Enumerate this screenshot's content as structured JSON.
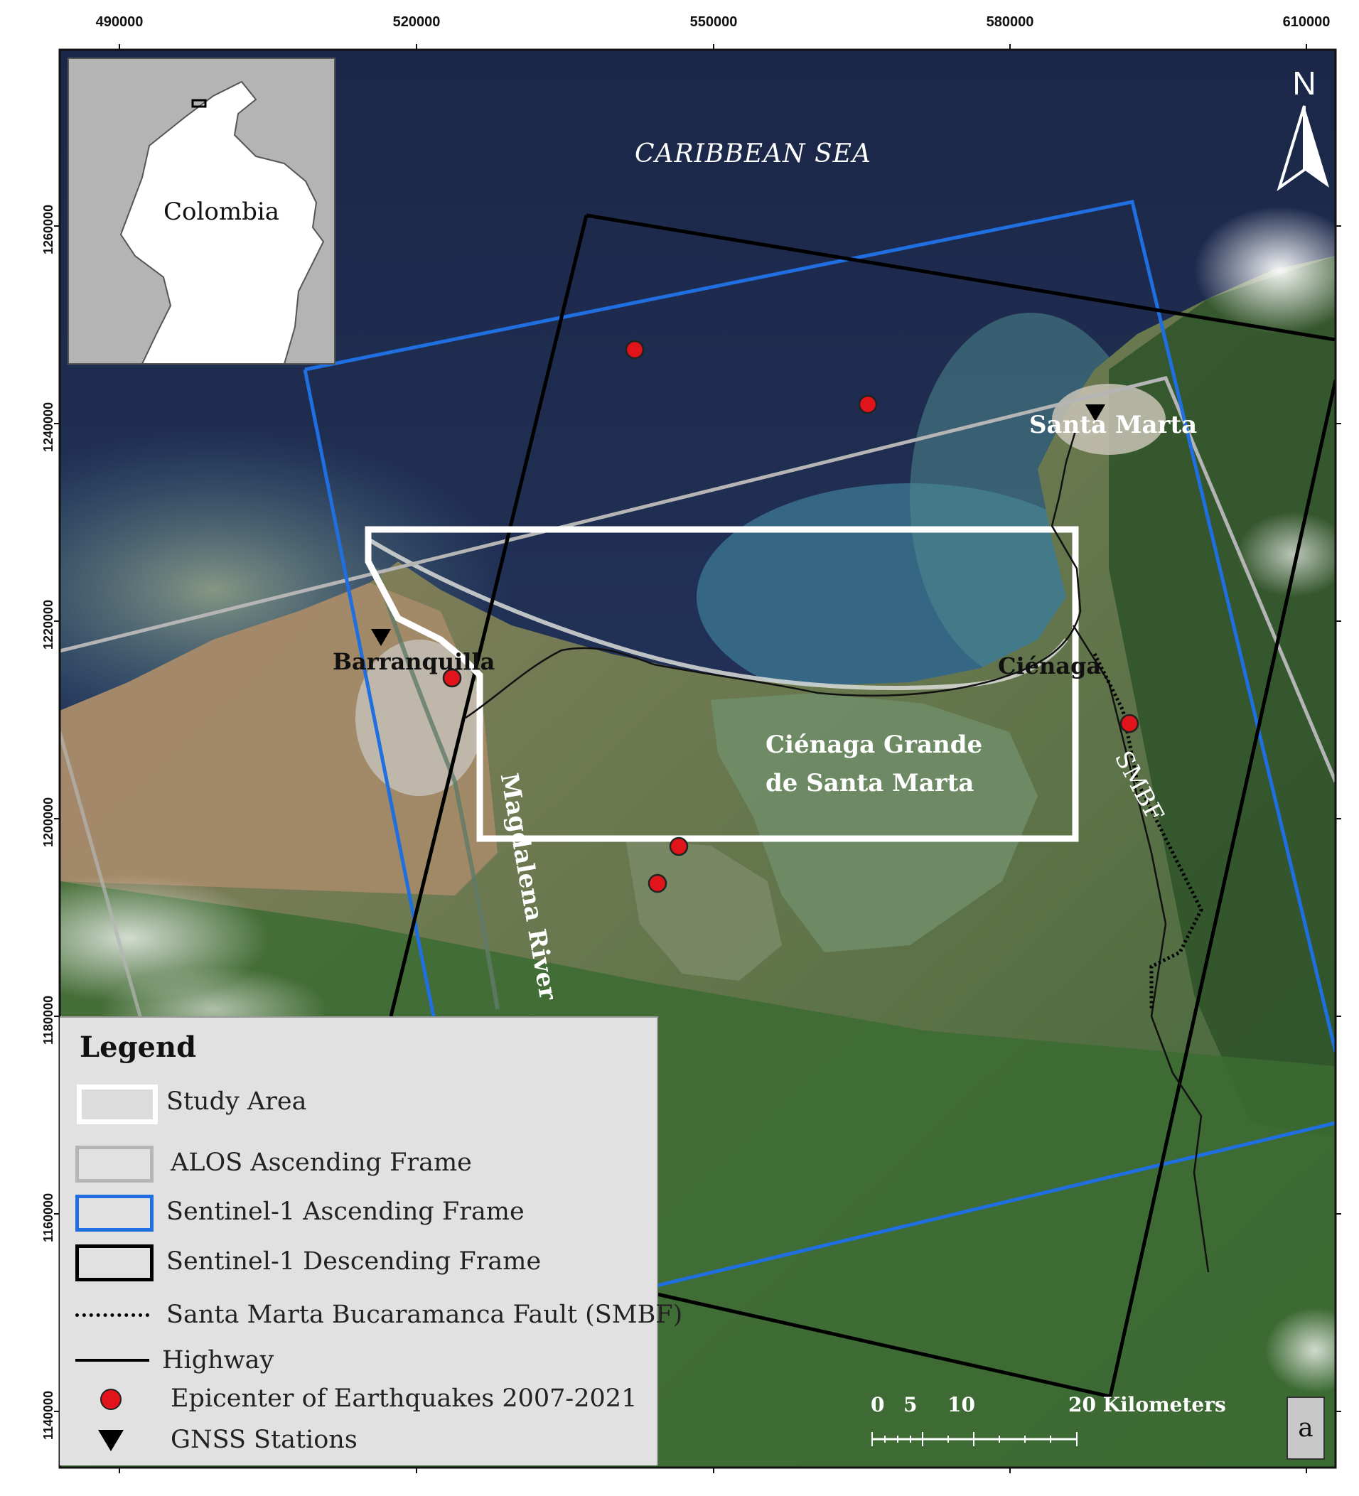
{
  "axes": {
    "x_ticks": [
      "490000",
      "520000",
      "550000",
      "580000",
      "610000"
    ],
    "y_ticks": [
      "1260000",
      "1240000",
      "1220000",
      "1200000",
      "1180000",
      "1160000",
      "1140000"
    ]
  },
  "inset": {
    "country_label": "Colombia"
  },
  "map_labels": {
    "sea": "CARIBBEAN SEA",
    "santa_marta": "Santa Marta",
    "barranquilla": "Barranquilla",
    "cienaga": "Ciénaga",
    "cienaga_grande_line1": "Ciénaga Grande",
    "cienaga_grande_line2": "de Santa Marta",
    "smbf": "SMBF",
    "river": "Magdalena River"
  },
  "north_arrow": {
    "label": "N"
  },
  "legend": {
    "title": "Legend",
    "items": [
      {
        "label": "Study Area",
        "color": "#ffffff"
      },
      {
        "label": "ALOS Ascending Frame",
        "color": "#b5b5b5"
      },
      {
        "label": "Sentinel-1 Ascending Frame",
        "color": "#1f6fe0"
      },
      {
        "label": "Sentinel-1 Descending Frame",
        "color": "#000000"
      },
      {
        "label": "Santa Marta Bucaramanca Fault (SMBF)",
        "color": "#000000"
      },
      {
        "label": "Highway",
        "color": "#000000"
      },
      {
        "label": "Epicenter of Earthquakes 2007-2021",
        "color": "#e0141a"
      },
      {
        "label": "GNSS Stations",
        "color": "#000000"
      }
    ]
  },
  "scale_bar": {
    "labels": [
      "0",
      "5",
      "10",
      "20 Kilometers"
    ]
  },
  "panel_label": "a",
  "colors": {
    "sea_deep": "#1f2b4f",
    "sea_shallow": "#3f7f9a",
    "land_green": "#3f6b3a",
    "land_tan": "#a08a6a",
    "frame_blue": "#1f6fe0",
    "frame_gray": "#b5b5b5",
    "epicenter": "#e0141a"
  }
}
